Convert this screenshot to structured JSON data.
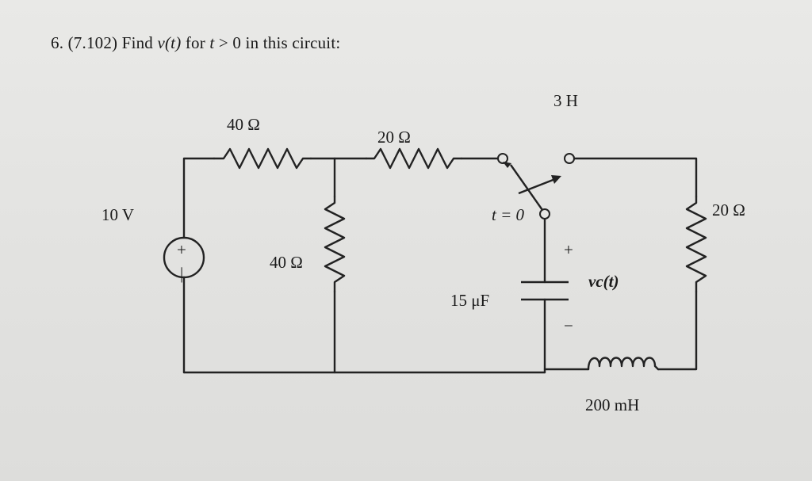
{
  "problem": {
    "number": "6. (7.102) Find ",
    "v_func": "v(t)",
    "for_text": " for ",
    "t_var": "t",
    "condition": " > 0 in this circuit:"
  },
  "components": {
    "source_voltage": "10 V",
    "source_plus": "+",
    "source_minus": "|",
    "r_top_left": "40 Ω",
    "r_mid_vertical": "40 Ω",
    "r_top_mid": "20 Ω",
    "r_right": "20 Ω",
    "inductor_top": "3 H",
    "switch_label": "t = 0",
    "capacitor": "15 μF",
    "cap_plus": "+",
    "cap_minus": "−",
    "vc_label": "vc(t)",
    "inductor_bottom": "200 mH"
  },
  "colors": {
    "ink": "#1a1a1a",
    "paper": "#e6e6e4"
  }
}
